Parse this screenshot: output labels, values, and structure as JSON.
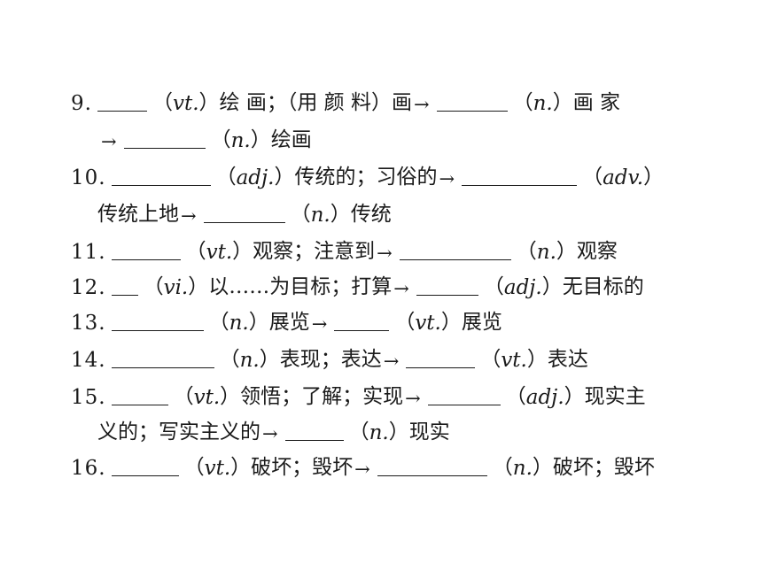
{
  "items": [
    {
      "num": "9.",
      "parts": [
        "（",
        "vt.",
        "）绘 画；（用 颜 料）画",
        "（",
        "n.",
        "）画 家"
      ],
      "cont_parts": [
        "（",
        "n.",
        "）绘画"
      ]
    },
    {
      "num": "10.",
      "parts": [
        "（",
        "adj.",
        "）传统的；习俗的",
        "（",
        "adv.",
        "）"
      ],
      "cont_parts": [
        "传统上地",
        "（",
        "n.",
        "）传统"
      ]
    },
    {
      "num": "11.",
      "parts": [
        "（",
        "vt.",
        "）观察；注意到",
        "（",
        "n.",
        "）观察"
      ]
    },
    {
      "num": "12.",
      "parts": [
        "（",
        "vi.",
        "）以……为目标；打算",
        "（",
        "adj.",
        "）无目标的"
      ]
    },
    {
      "num": "13.",
      "parts": [
        "（",
        "n.",
        "）展览",
        "（",
        "vt.",
        "）展览"
      ]
    },
    {
      "num": "14.",
      "parts": [
        "（",
        "n.",
        "）表现；表达",
        "（",
        "vt.",
        "）表达"
      ]
    },
    {
      "num": "15.",
      "parts": [
        "（",
        "vt.",
        "）领悟；了解；实现",
        "（",
        "adj.",
        "）现实主"
      ],
      "cont_parts": [
        "义的；写实主义的",
        "（",
        "n.",
        "）现实"
      ]
    },
    {
      "num": "16.",
      "parts": [
        "（",
        "vt.",
        "）破坏；毁坏",
        "（",
        "n.",
        "）破坏；毁坏"
      ]
    }
  ],
  "arrow_glyph": "→"
}
